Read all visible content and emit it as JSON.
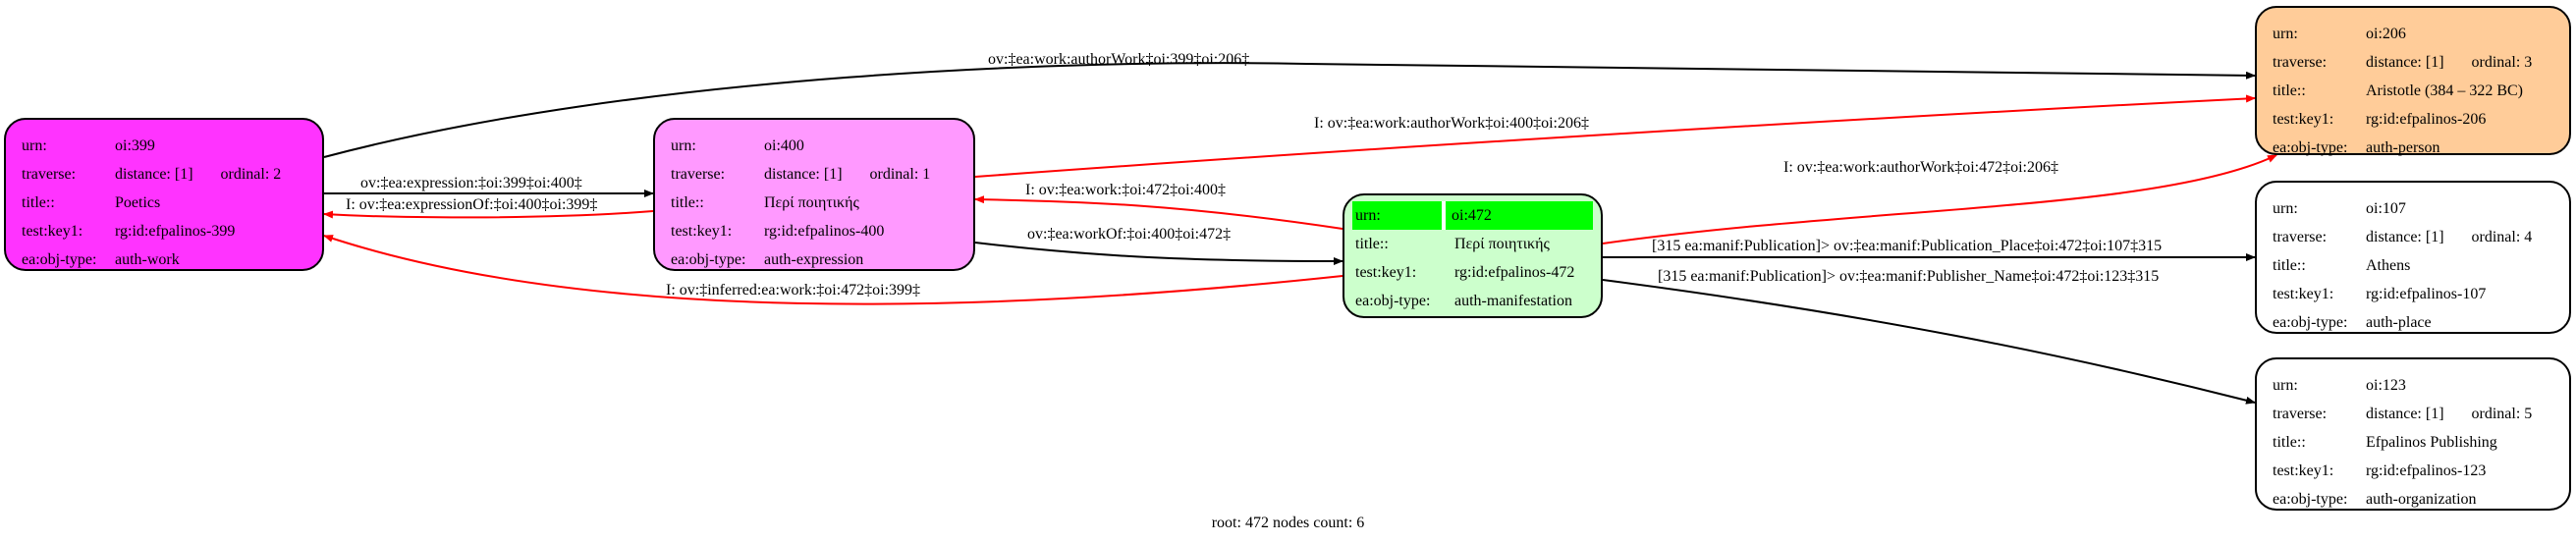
{
  "diagram": {
    "nodes": [
      {
        "id": "n399",
        "fill": "#ff33ff",
        "urn": "oi:399",
        "traverse_distance": "distance: [1]",
        "traverse_ordinal": "ordinal: 2",
        "title": "Poetics",
        "testkey": "rg:id:efpalinos-399",
        "objtype": "auth-work"
      },
      {
        "id": "n400",
        "fill": "#ff99ff",
        "urn": "oi:400",
        "traverse_distance": "distance: [1]",
        "traverse_ordinal": "ordinal: 1",
        "title": "Περί ποιητικής",
        "testkey": "rg:id:efpalinos-400",
        "objtype": "auth-expression"
      },
      {
        "id": "n472",
        "fill": "#ccffcc",
        "urn": "oi:472",
        "title": "Περί ποιητικής",
        "testkey": "rg:id:efpalinos-472",
        "objtype": "auth-manifestation"
      },
      {
        "id": "n206",
        "fill": "#ffcc99",
        "urn": "oi:206",
        "traverse_distance": "distance: [1]",
        "traverse_ordinal": "ordinal: 3",
        "title": "Aristotle (384 – 322 BC)",
        "testkey": "rg:id:efpalinos-206",
        "objtype": "auth-person"
      },
      {
        "id": "n107",
        "fill": "#ffffff",
        "urn": "oi:107",
        "traverse_distance": "distance: [1]",
        "traverse_ordinal": "ordinal: 4",
        "title": "Athens",
        "testkey": "rg:id:efpalinos-107",
        "objtype": "auth-place"
      },
      {
        "id": "n123",
        "fill": "#ffffff",
        "urn": "oi:123",
        "traverse_distance": "distance: [1]",
        "traverse_ordinal": "ordinal: 5",
        "title": "Efpalinos Publishing",
        "testkey": "rg:id:efpalinos-123",
        "objtype": "auth-organization"
      }
    ],
    "keys": {
      "urn": "urn:",
      "traverse": "traverse:",
      "title": "title::",
      "testkey": "test:key1:",
      "objtype": "ea:obj-type:"
    },
    "edges": [
      {
        "id": "e1",
        "label": "ov:‡ea:work:authorWork‡oi:399‡oi:206‡",
        "color": "#000000"
      },
      {
        "id": "e2",
        "label": "I: ov:‡ea:work:authorWork‡oi:400‡oi:206‡",
        "color": "#ff0000"
      },
      {
        "id": "e3",
        "label": "I: ov:‡ea:work:authorWork‡oi:472‡oi:206‡",
        "color": "#ff0000"
      },
      {
        "id": "e4",
        "label": "ov:‡ea:expression:‡oi:399‡oi:400‡",
        "color": "#000000"
      },
      {
        "id": "e5",
        "label": "I: ov:‡ea:expressionOf:‡oi:400‡oi:399‡",
        "color": "#ff0000"
      },
      {
        "id": "e6",
        "label": "I: ov:‡ea:work:‡oi:472‡oi:400‡",
        "color": "#ff0000"
      },
      {
        "id": "e7",
        "label": "ov:‡ea:workOf:‡oi:400‡oi:472‡",
        "color": "#000000"
      },
      {
        "id": "e8",
        "label": "I: ov:‡inferred:ea:work:‡oi:472‡oi:399‡",
        "color": "#ff0000"
      },
      {
        "id": "e9",
        "label": "[315 ea:manif:Publication]> ov:‡ea:manif:Publication_Place‡oi:472‡oi:107‡315",
        "color": "#000000"
      },
      {
        "id": "e10",
        "label": "[315 ea:manif:Publication]> ov:‡ea:manif:Publisher_Name‡oi:472‡oi:123‡315",
        "color": "#000000"
      }
    ],
    "footer": "root: 472 nodes count: 6"
  }
}
